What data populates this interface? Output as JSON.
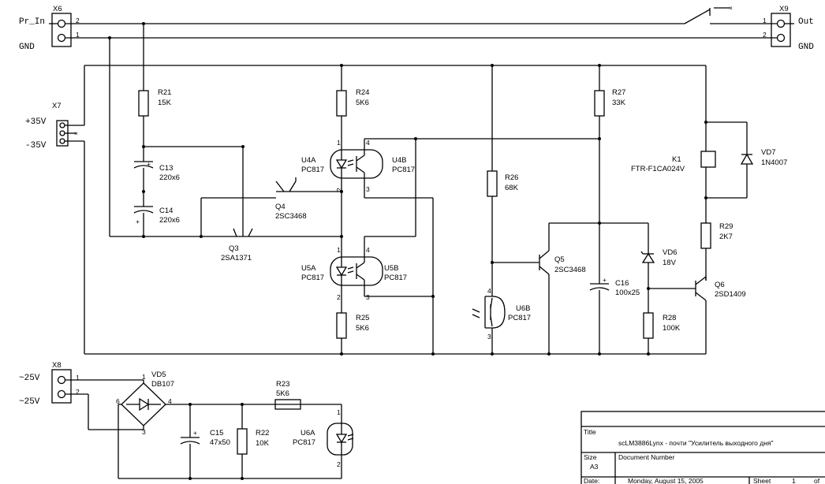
{
  "connectors": {
    "x6": {
      "ref": "X6",
      "pin_labels": [
        "Pr_In",
        "GND"
      ],
      "pins": [
        "2",
        "1"
      ]
    },
    "x9": {
      "ref": "X9",
      "pin_labels": [
        "Out",
        "GND"
      ],
      "pins": [
        "1",
        "2"
      ]
    },
    "x7": {
      "ref": "X7",
      "pin_labels": [
        "+35V",
        "-35V"
      ]
    },
    "x8": {
      "ref": "X8",
      "pin_labels": [
        "~25V",
        "~25V"
      ],
      "pins": [
        "1",
        "2"
      ]
    }
  },
  "components": {
    "r21": {
      "ref": "R21",
      "value": "15K"
    },
    "r24": {
      "ref": "R24",
      "value": "5K6"
    },
    "r25": {
      "ref": "R25",
      "value": "5K6"
    },
    "r26": {
      "ref": "R26",
      "value": "68K"
    },
    "r27": {
      "ref": "R27",
      "value": "33K"
    },
    "r28": {
      "ref": "R28",
      "value": "100K"
    },
    "r29": {
      "ref": "R29",
      "value": "2K7"
    },
    "r22": {
      "ref": "R22",
      "value": "10K"
    },
    "r23": {
      "ref": "R23",
      "value": "5K6"
    },
    "c13": {
      "ref": "C13",
      "value": "220x6"
    },
    "c14": {
      "ref": "C14",
      "value": "220x6"
    },
    "c15": {
      "ref": "C15",
      "value": "47x50"
    },
    "c16": {
      "ref": "C16",
      "value": "100x25"
    },
    "q3": {
      "ref": "Q3",
      "value": "2SA1371"
    },
    "q4": {
      "ref": "Q4",
      "value": "2SC3468"
    },
    "q5": {
      "ref": "Q5",
      "value": "2SC3468"
    },
    "q6": {
      "ref": "Q6",
      "value": "2SD1409"
    },
    "u4a": {
      "ref": "U4A",
      "value": "PC817"
    },
    "u4b": {
      "ref": "U4B",
      "value": "PC817"
    },
    "u5a": {
      "ref": "U5A",
      "value": "PC817"
    },
    "u5b": {
      "ref": "U5B",
      "value": "PC817"
    },
    "u6a": {
      "ref": "U6A",
      "value": "PC817"
    },
    "u6b": {
      "ref": "U6B",
      "value": "PC817"
    },
    "k1": {
      "ref": "K1",
      "value": "FTR-F1CA024V"
    },
    "vd5": {
      "ref": "VD5",
      "value": "DB107"
    },
    "vd6": {
      "ref": "VD6",
      "value": "18V"
    },
    "vd7": {
      "ref": "VD7",
      "value": "1N4007"
    }
  },
  "pins": {
    "u4": [
      "1",
      "2",
      "4",
      "3"
    ],
    "u5": [
      "1",
      "2",
      "4",
      "3"
    ],
    "u6a": [
      "1",
      "2"
    ],
    "u6b": [
      "4",
      "3"
    ],
    "vd5": [
      "1",
      "6",
      "4",
      "3"
    ]
  },
  "title_block": {
    "title_label": "Title",
    "title_value": "scLM3886Lynx - почти \"Усилитель выходного дня\"",
    "size_label": "Size",
    "size_value": "A3",
    "docnum_label": "Document Number",
    "date_label": "Date:",
    "date_value": "Monday, August 15, 2005",
    "sheet_label": "Sheet",
    "sheet_value": "1",
    "of_label": "of"
  }
}
